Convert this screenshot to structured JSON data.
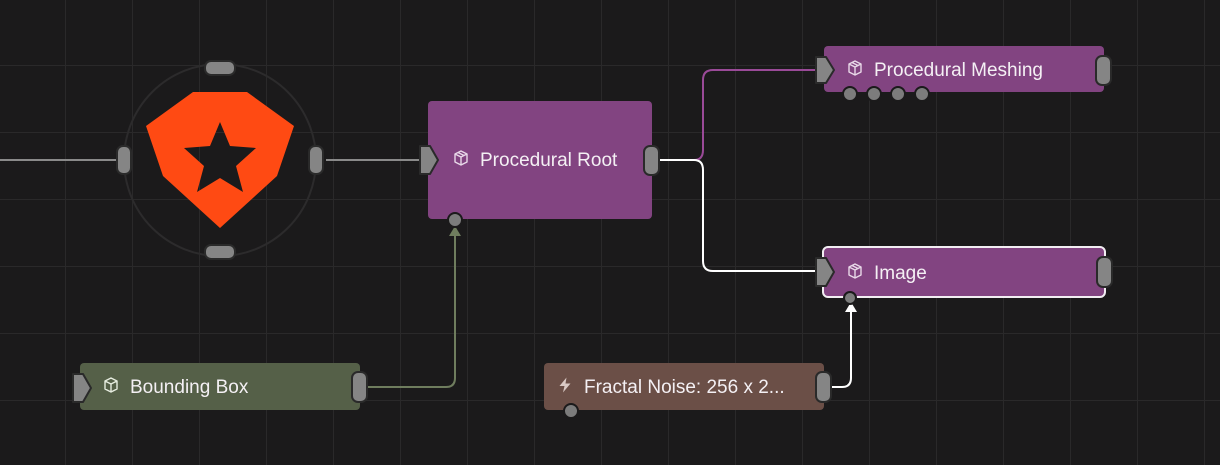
{
  "canvas": {
    "background": "#1b1a1b",
    "grid_color": "#2a292a"
  },
  "colors": {
    "procedural": "#824481",
    "geometry": "#556048",
    "generator": "#6b4f47",
    "logo": "#ff4a13",
    "wire_selected": "#ffffff",
    "wire_default": "#8a8a8a"
  },
  "nodes": {
    "logo": {
      "icon": "star-logo-icon"
    },
    "procedural_root": {
      "label": "Procedural Root",
      "icon": "box-icon"
    },
    "procedural_meshing": {
      "label": "Procedural Meshing",
      "icon": "box-icon"
    },
    "image": {
      "label": "Image",
      "icon": "box-icon",
      "selected": true
    },
    "bounding_box": {
      "label": "Bounding Box",
      "icon": "cube-icon"
    },
    "fractal_noise": {
      "label": "Fractal Noise: 256 x 2...",
      "icon": "lightning-icon"
    }
  }
}
